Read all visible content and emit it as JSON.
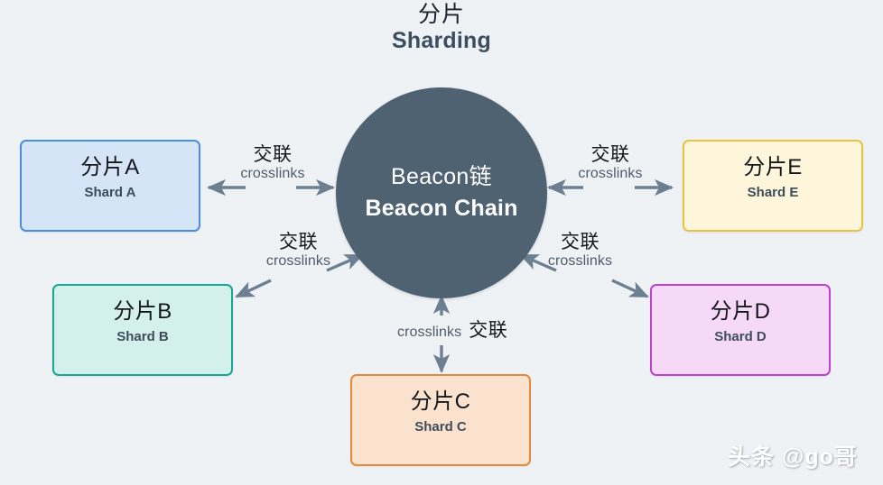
{
  "title": {
    "cn": "分片",
    "en": "Sharding"
  },
  "hub": {
    "cn": "Beacon链",
    "en": "Beacon Chain",
    "color": "#4e6272"
  },
  "shards": [
    {
      "id": "a",
      "cn": "分片A",
      "en": "Shard A",
      "fill": "#d6e4f7",
      "border": "#4a90d9"
    },
    {
      "id": "b",
      "cn": "分片B",
      "en": "Shard B",
      "fill": "#d3f0ea",
      "border": "#16a895"
    },
    {
      "id": "c",
      "cn": "分片C",
      "en": "Shard C",
      "fill": "#fbe2cf",
      "border": "#e08b3b"
    },
    {
      "id": "d",
      "cn": "分片D",
      "en": "Shard D",
      "fill": "#f6d9f6",
      "border": "#bd42cd"
    },
    {
      "id": "e",
      "cn": "分片E",
      "en": "Shard E",
      "fill": "#fdf6da",
      "border": "#e9c33d"
    }
  ],
  "links": [
    {
      "id": "a",
      "cn": "交联",
      "en": "crosslinks"
    },
    {
      "id": "b",
      "cn": "交联",
      "en": "crosslinks"
    },
    {
      "id": "c",
      "cn": "交联",
      "en": "crosslinks"
    },
    {
      "id": "d",
      "cn": "交联",
      "en": "crosslinks"
    },
    {
      "id": "e",
      "cn": "交联",
      "en": "crosslinks"
    }
  ],
  "arrow_color": "#6d8092",
  "background": "#eff2f5",
  "watermark": "头条 @go哥"
}
